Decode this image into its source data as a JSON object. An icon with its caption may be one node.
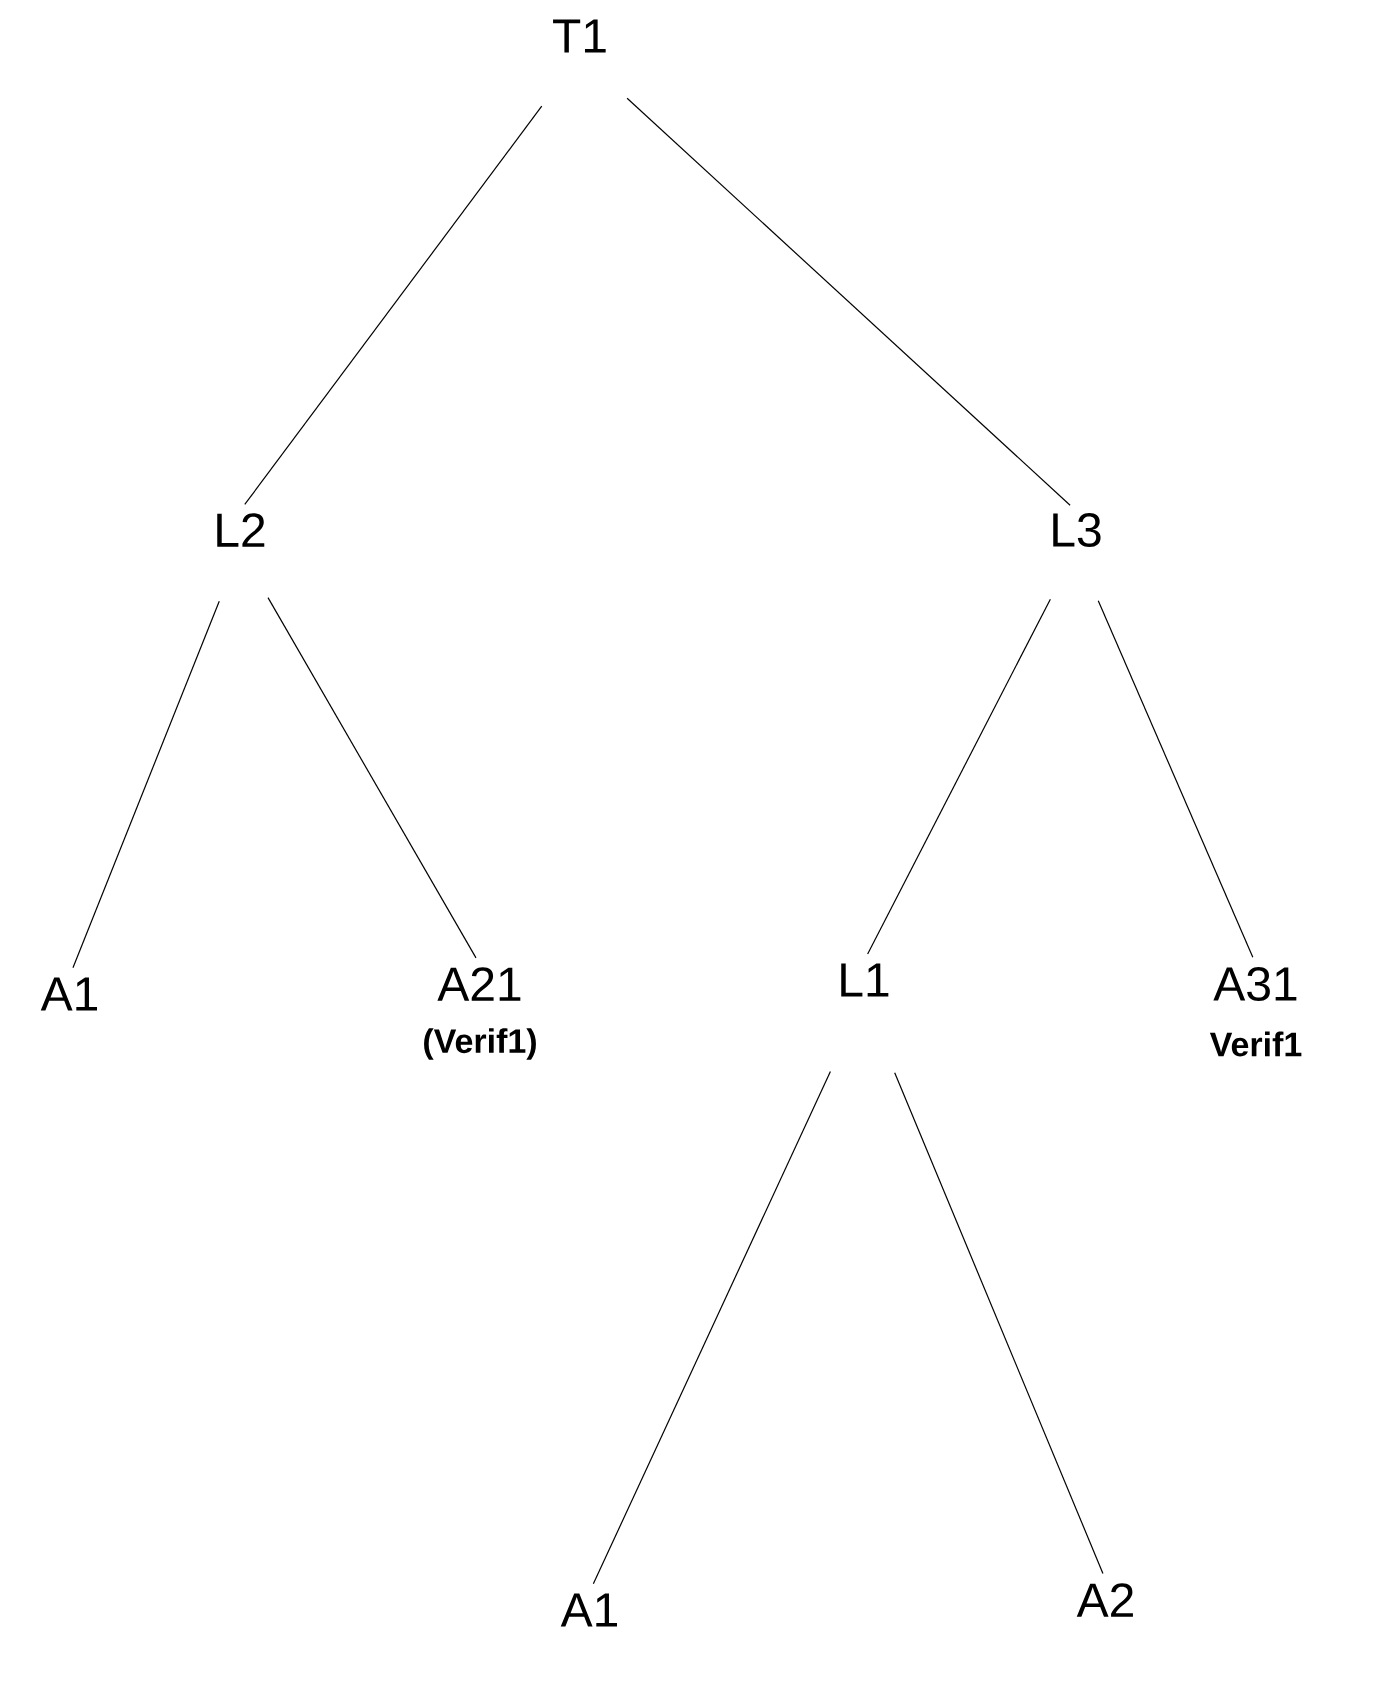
{
  "diagram": {
    "nodes": [
      {
        "text": [
          "T1"
        ]
      },
      {
        "text": [
          "L2"
        ]
      },
      {
        "text": [
          "L3"
        ]
      },
      {
        "text": [
          "A1"
        ]
      },
      {
        "text": [
          "A21"
        ],
        "beside": [
          "(Verif1)"
        ]
      },
      {
        "text": [
          "L1"
        ]
      },
      {
        "text": [
          "A31"
        ],
        "beside": [
          "Verif1"
        ]
      },
      {
        "text": [
          "A1"
        ]
      },
      {
        "text": [
          "A2"
        ]
      }
    ],
    "edges": [
      {
        "from": 0,
        "to": 1,
        "arrow": "none"
      },
      {
        "from": 0,
        "to": 2,
        "arrow": "none"
      },
      {
        "from": 1,
        "to": 3,
        "arrow": "none"
      },
      {
        "from": 1,
        "to": 4,
        "arrow": "none"
      },
      {
        "from": 2,
        "to": 5,
        "arrow": "none"
      },
      {
        "from": 2,
        "to": 6,
        "arrow": "none"
      },
      {
        "from": 5,
        "to": 7,
        "arrow": "none"
      },
      {
        "from": 5,
        "to": 8,
        "arrow": "none"
      }
    ]
  }
}
